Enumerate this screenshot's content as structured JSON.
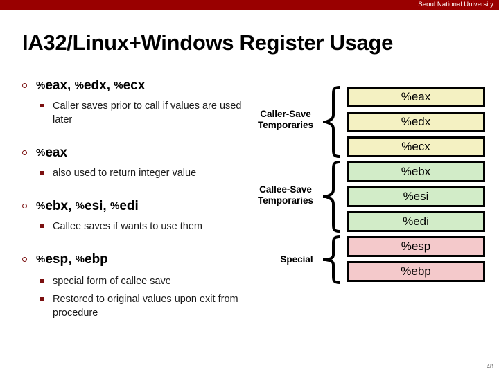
{
  "banner": {
    "institution": "Seoul National University",
    "color": "#990000"
  },
  "slide": {
    "title": "IA32/Linux+Windows Register Usage",
    "page_number": "48"
  },
  "bullets": [
    {
      "heading": "%eax, %edx, %ecx",
      "sub": [
        "Caller saves prior to call if values are used later"
      ]
    },
    {
      "heading": "%eax",
      "sub": [
        "also used to return integer value"
      ]
    },
    {
      "heading": "%ebx, %esi, %edi",
      "sub": [
        "Callee saves if wants to use them"
      ]
    },
    {
      "heading": "%esp, %ebp",
      "sub": [
        "special form of callee save",
        "Restored to original values upon exit from procedure"
      ]
    }
  ],
  "groups": [
    {
      "label_line1": "Caller-Save",
      "label_line2": "Temporaries"
    },
    {
      "label_line1": "Callee-Save",
      "label_line2": "Temporaries"
    },
    {
      "label_line1": "Special",
      "label_line2": ""
    }
  ],
  "registers": [
    {
      "name": "%eax",
      "group": "caller",
      "color": "#f4f1c2"
    },
    {
      "name": "%edx",
      "group": "caller",
      "color": "#f4f1c2"
    },
    {
      "name": "%ecx",
      "group": "caller",
      "color": "#f4f1c2"
    },
    {
      "name": "%ebx",
      "group": "callee",
      "color": "#d2ecc8"
    },
    {
      "name": "%esi",
      "group": "callee",
      "color": "#d2ecc8"
    },
    {
      "name": "%edi",
      "group": "callee",
      "color": "#d2ecc8"
    },
    {
      "name": "%esp",
      "group": "special",
      "color": "#f4c9cb"
    },
    {
      "name": "%ebp",
      "group": "special",
      "color": "#f4c9cb"
    }
  ]
}
